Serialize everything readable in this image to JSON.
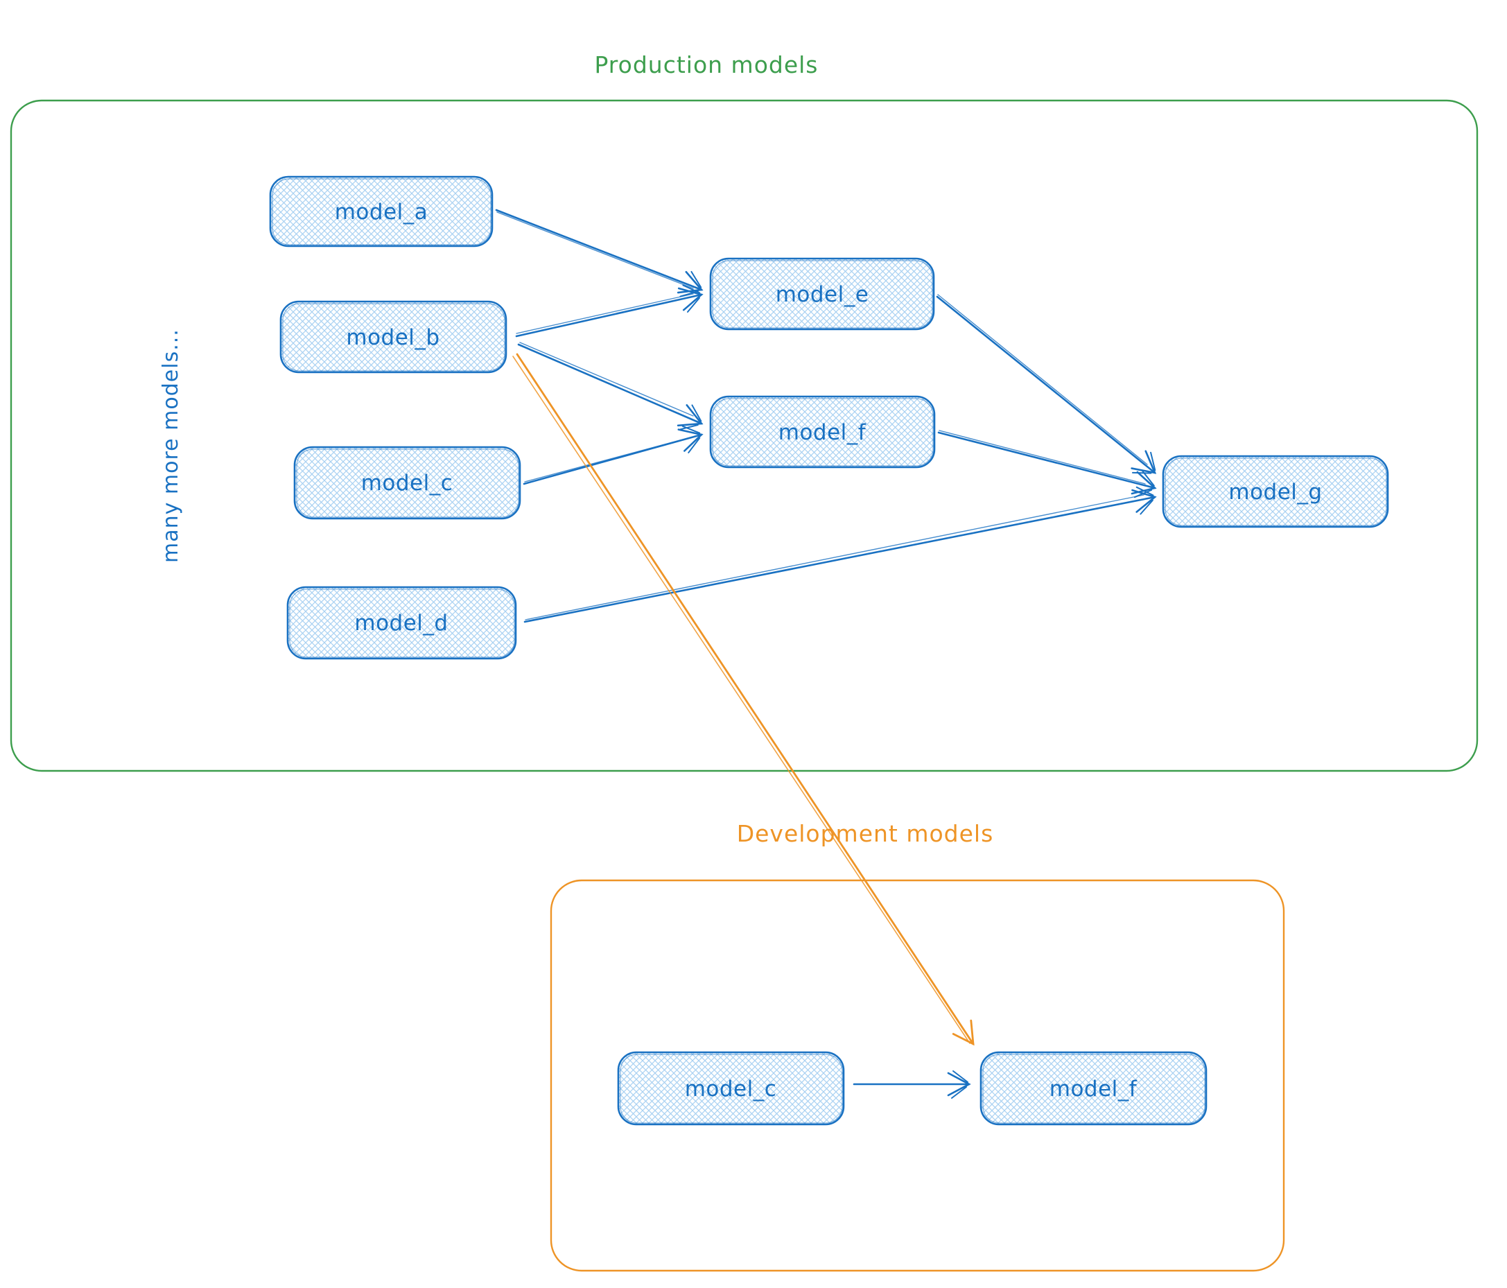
{
  "canvas": {
    "background": "#ffffff"
  },
  "palette": {
    "blue": "#1971c2",
    "hatch_blue": "#a8d1f2",
    "green": "#3d9e4d",
    "orange": "#ee9426"
  },
  "frames": {
    "production": {
      "title": "Production models"
    },
    "development": {
      "title": "Development models"
    }
  },
  "annotations": {
    "side_note": "many more models..."
  },
  "nodes": {
    "a": {
      "label": "model_a"
    },
    "b": {
      "label": "model_b"
    },
    "c": {
      "label": "model_c"
    },
    "d": {
      "label": "model_d"
    },
    "e": {
      "label": "model_e"
    },
    "f": {
      "label": "model_f"
    },
    "g": {
      "label": "model_g"
    },
    "dev_c": {
      "label": "model_c"
    },
    "dev_f": {
      "label": "model_f"
    }
  },
  "edges": [
    {
      "from": "model_a",
      "to": "model_e",
      "color": "blue"
    },
    {
      "from": "model_b",
      "to": "model_e",
      "color": "blue"
    },
    {
      "from": "model_b",
      "to": "model_f",
      "color": "blue"
    },
    {
      "from": "model_c",
      "to": "model_f",
      "color": "blue"
    },
    {
      "from": "model_e",
      "to": "model_g",
      "color": "blue"
    },
    {
      "from": "model_f",
      "to": "model_g",
      "color": "blue"
    },
    {
      "from": "model_d",
      "to": "model_g",
      "color": "blue"
    },
    {
      "from": "model_b",
      "to": "development/model_f",
      "color": "orange"
    },
    {
      "from": "development/model_c",
      "to": "development/model_f",
      "color": "blue"
    }
  ]
}
